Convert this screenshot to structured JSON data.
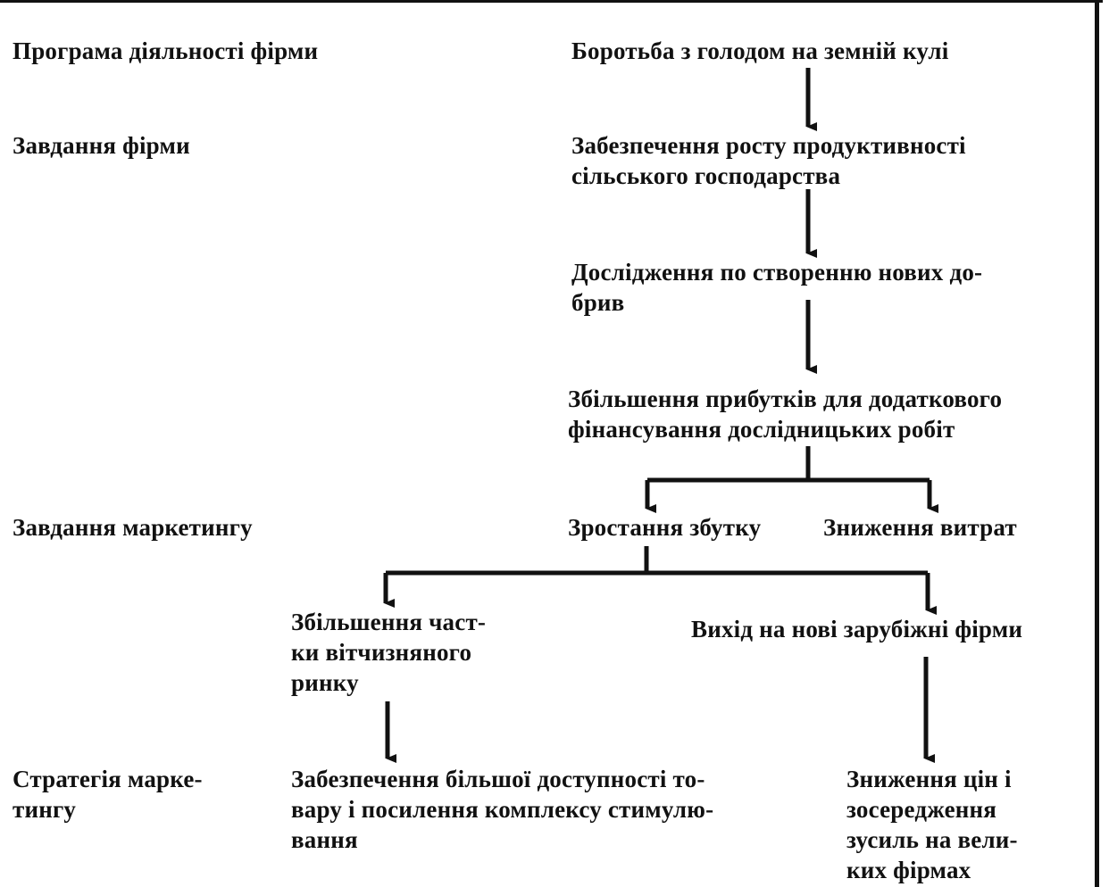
{
  "labels": {
    "program": "Програма діяльності фірми",
    "firm_task": "Завдання фірми",
    "marketing_task": "Завдання маркетингу",
    "marketing_strategy": "Стратегія марке-\nтингу"
  },
  "nodes": {
    "hunger": "Боротьба з голодом на земній кулі",
    "productivity": "Забезпечення росту продуктивності\nсільського господарства",
    "research": "Дослідження по створенню нових до-\nбрив",
    "profits": "Збільшення прибутків для додаткового\nфінансування дослідницьких робіт",
    "sales_growth": "Зростання збутку",
    "cost_reduction": "Зниження витрат",
    "domestic_share": "Збільшення част-\nки вітчизняного\nринку",
    "foreign_firms": "Вихід на нові зарубіжні фірми",
    "availability": "Забезпечення більшої доступності то-\nвару і посилення комплексу стимулю-\nвання",
    "price_cut": "Зниження цін і\nзосередження\nзусиль на вели-\nких фірмах"
  }
}
